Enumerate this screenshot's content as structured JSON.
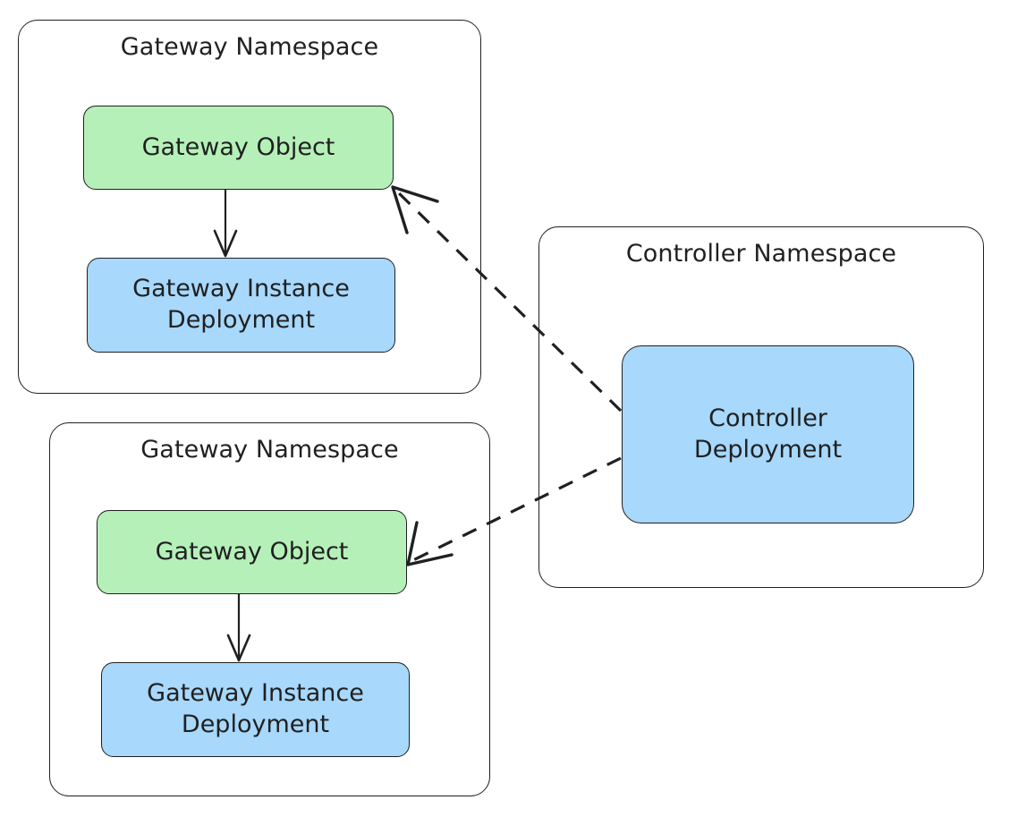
{
  "diagram": {
    "title": "Gateway and Controller Namespaces",
    "background": "#ffffff",
    "stroke_color": "#1f2020",
    "colors": {
      "gateway_object_fill": "#b6f0b9",
      "deployment_fill": "#a8d8fb",
      "cluster_fill": "#ffffff",
      "edge_stroke": "#1f2020"
    },
    "clusters": [
      {
        "id": "gateway-ns-top",
        "label": "Gateway Namespace"
      },
      {
        "id": "gateway-ns-bottom",
        "label": "Gateway Namespace"
      },
      {
        "id": "controller-ns",
        "label": "Controller Namespace"
      }
    ],
    "nodes": [
      {
        "id": "gateway-object-top",
        "label": "Gateway Object",
        "shape": "rounded-rect",
        "fill": "#b6f0b9"
      },
      {
        "id": "gateway-instance-top",
        "label": "Gateway Instance\nDeployment",
        "shape": "rounded-rect",
        "fill": "#a8d8fb"
      },
      {
        "id": "gateway-object-bottom",
        "label": "Gateway Object",
        "shape": "rounded-rect",
        "fill": "#b6f0b9"
      },
      {
        "id": "gateway-instance-bottom",
        "label": "Gateway Instance\nDeployment",
        "shape": "rounded-rect",
        "fill": "#a8d8fb"
      },
      {
        "id": "controller-deployment",
        "label": "Controller\nDeployment",
        "shape": "rounded-rect",
        "fill": "#a8d8fb"
      }
    ],
    "edges": [
      {
        "id": "edge-gwobj-top-to-gwinst-top",
        "from": "gateway-object-top",
        "to": "gateway-instance-top",
        "style": "solid",
        "arrow": "open-v"
      },
      {
        "id": "edge-gwobj-bottom-to-gwinst-bottom",
        "from": "gateway-object-bottom",
        "to": "gateway-instance-bottom",
        "style": "solid",
        "arrow": "open-v"
      },
      {
        "id": "edge-controller-to-gwobj-top",
        "from": "controller-deployment",
        "to": "gateway-object-top",
        "style": "dashed",
        "arrow": "open-v"
      },
      {
        "id": "edge-controller-to-gwobj-bottom",
        "from": "controller-deployment",
        "to": "gateway-object-bottom",
        "style": "dashed",
        "arrow": "open-v"
      }
    ]
  }
}
